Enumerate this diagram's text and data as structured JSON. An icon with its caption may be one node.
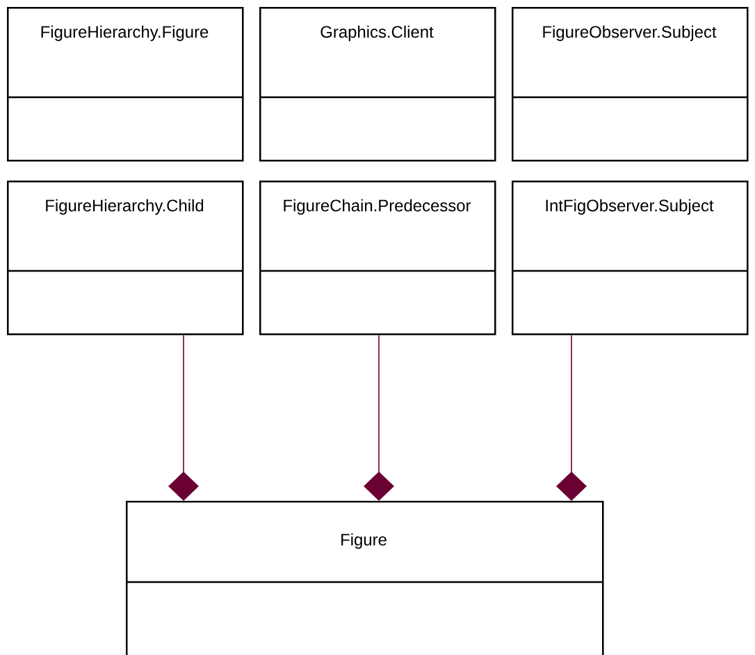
{
  "diagram": {
    "nodes": [
      {
        "text": [
          "FigureHierarchy.Figure"
        ]
      },
      {
        "text": [
          "Graphics.Client"
        ]
      },
      {
        "text": [
          "FigureObserver.Subject"
        ]
      },
      {
        "text": [
          "FigureHierarchy.Child"
        ]
      },
      {
        "text": [
          "FigureChain.Predecessor"
        ]
      },
      {
        "text": [
          "IntFigObserver.Subject"
        ]
      },
      {
        "text": [
          "Figure"
        ]
      }
    ],
    "edges": [
      {
        "from": 3,
        "to": 6,
        "arrow": "other"
      },
      {
        "from": 4,
        "to": 6,
        "arrow": "other"
      },
      {
        "from": 5,
        "to": 6,
        "arrow": "other"
      }
    ]
  }
}
